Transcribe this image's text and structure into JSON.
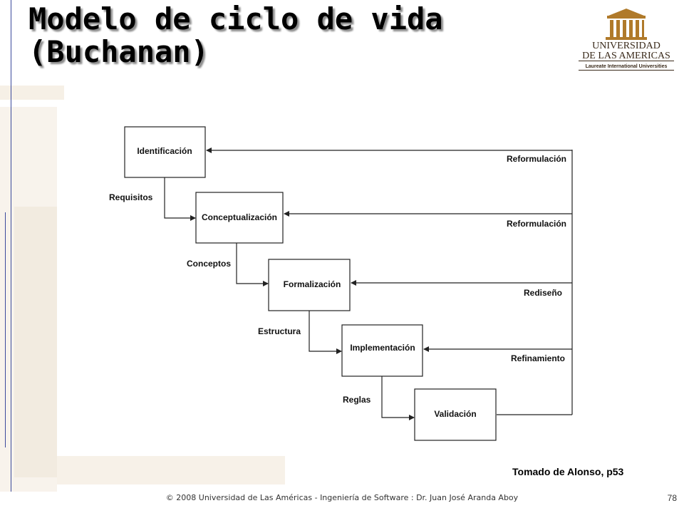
{
  "slide": {
    "title_line1": "Modelo de ciclo de vida",
    "title_line2": "(Buchanan)",
    "caption": "Tomado de Alonso, p53",
    "footer": "© 2008 Universidad de  Las Américas  - Ingeniería de Software : Dr. Juan José Aranda Aboy",
    "page_number": "78"
  },
  "logo": {
    "line1": "UNIVERSIDAD",
    "line2": "DE LAS AMERICAS",
    "line3": "Laureate International Universities",
    "color_gold": "#b07a2a",
    "color_dark": "#3a2a1a"
  },
  "diagram": {
    "stages": [
      "Identificación",
      "Conceptualización",
      "Formalización",
      "Implementación",
      "Validación"
    ],
    "forward_labels": [
      "Requisitos",
      "Conceptos",
      "Estructura",
      "Reglas"
    ],
    "feedback_labels": [
      "Reformulación",
      "Reformulación",
      "Rediseño",
      "Refinamiento"
    ]
  }
}
